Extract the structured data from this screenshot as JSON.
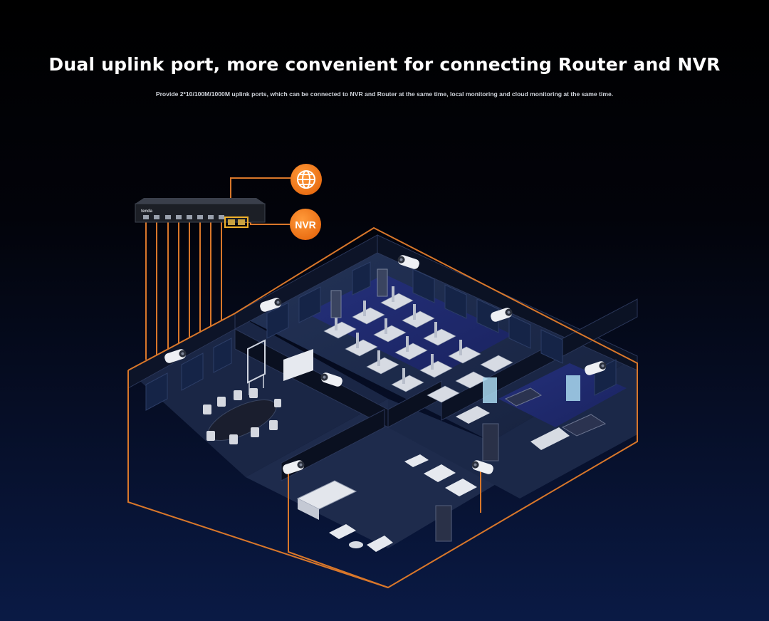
{
  "header": {
    "title": "Dual uplink port, more convenient for connecting Router and NVR",
    "subtitle": "Provide 2*10/100M/1000M uplink ports, which can be connected to NVR and Router at the same time, local monitoring and cloud monitoring at the same time."
  },
  "switch": {
    "brand": "tenda"
  },
  "nodes": {
    "router_icon": "globe-icon",
    "nvr_label": "NVR"
  },
  "colors": {
    "accent_orange": "#f07a1a",
    "cable_orange": "#d9772a",
    "floor": "#1d2a4a",
    "wall": "#0c1224",
    "desk": "#d9dce3",
    "screen": "#1a3b6e"
  }
}
